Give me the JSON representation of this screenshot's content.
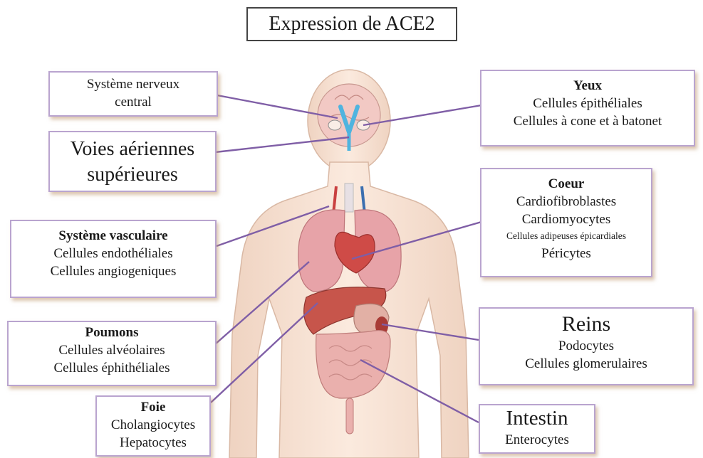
{
  "title": "Expression de ACE2",
  "labels": {
    "snc": {
      "lines": [
        "Système nerveux",
        "central"
      ]
    },
    "vas": {
      "lines": [
        "Voies aériennes",
        "supérieures"
      ]
    },
    "vasc": {
      "heading": "Système vasculaire",
      "lines": [
        "Cellules endothéliales",
        "Cellules angiogeniques"
      ]
    },
    "poumons": {
      "heading": "Poumons",
      "lines": [
        "Cellules alvéolaires",
        "Cellules éphithéliales"
      ]
    },
    "foie": {
      "heading": "Foie",
      "lines": [
        "Cholangiocytes",
        "Hepatocytes"
      ]
    },
    "yeux": {
      "heading": "Yeux",
      "lines": [
        "Cellules épithéliales",
        "Cellules à cone et à batonet"
      ]
    },
    "coeur": {
      "heading": "Coeur",
      "lines": [
        "Cardiofibroblastes",
        "Cardiomyocytes",
        "Cellules adipeuses épicardiales",
        "Péricytes"
      ]
    },
    "reins": {
      "heading": "Reins",
      "lines": [
        "Podocytes",
        "Cellules glomerulaires"
      ]
    },
    "intestin": {
      "heading": "Intestin",
      "lines": [
        "Enterocytes"
      ]
    }
  },
  "colors": {
    "connector": "#7f5ea6",
    "box_border": "#b9a4cf",
    "body_fill": "#f7e2d2",
    "organ_fill": "#d98a8a"
  }
}
